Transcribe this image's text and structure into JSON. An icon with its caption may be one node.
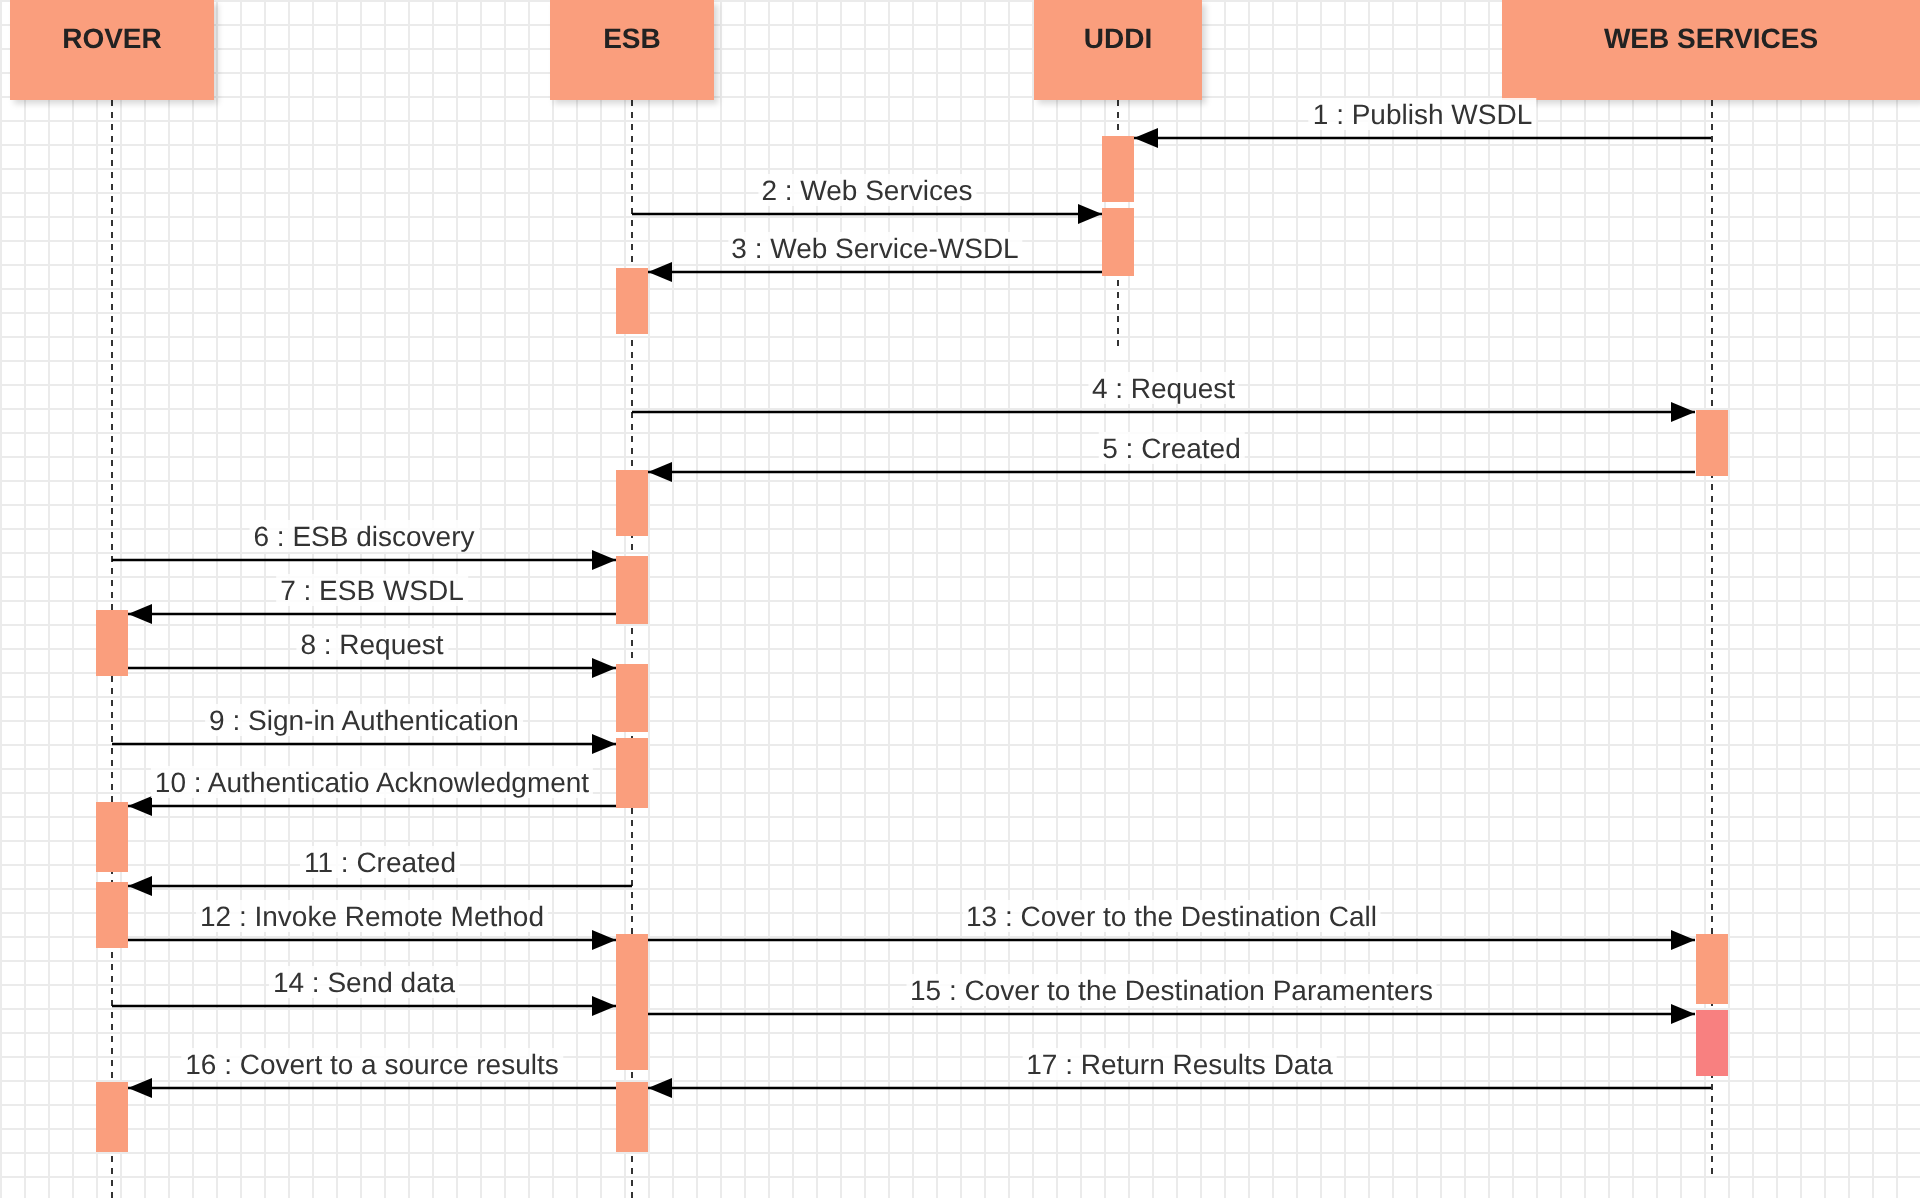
{
  "diagram": {
    "nodes": [
      {
        "text": [
          "ROVER"
        ]
      },
      {
        "text": [
          "ESB"
        ]
      },
      {
        "text": [
          "UDDI"
        ]
      },
      {
        "text": [
          "WEB SERVICES"
        ]
      },
      {
        "text": [],
        "shape": "line"
      },
      {
        "text": [],
        "shape": "line"
      },
      {
        "text": [],
        "shape": "line"
      },
      {
        "text": [],
        "shape": "line"
      },
      {
        "text": [],
        "shape": "bar"
      },
      {
        "text": [],
        "shape": "bar"
      },
      {
        "text": [],
        "shape": "bar"
      },
      {
        "text": [],
        "shape": "bar"
      },
      {
        "text": [],
        "shape": "bar"
      },
      {
        "text": [],
        "shape": "bar"
      },
      {
        "text": [],
        "shape": "bar"
      },
      {
        "text": [],
        "shape": "bar"
      },
      {
        "text": [],
        "shape": "bar"
      },
      {
        "text": [],
        "shape": "bar"
      },
      {
        "text": [],
        "shape": "bar"
      },
      {
        "text": [],
        "shape": "bar"
      },
      {
        "text": [],
        "shape": "bar"
      },
      {
        "text": [],
        "shape": "bar"
      },
      {
        "text": [],
        "shape": "bar"
      },
      {
        "text": [],
        "shape": "bar"
      }
    ],
    "edges": [
      {
        "from": 7,
        "to": 8,
        "arrow": "to",
        "label": "1 : Publish WSDL"
      },
      {
        "from": 5,
        "to": 9,
        "arrow": "to",
        "label": "2 : Web Services"
      },
      {
        "from": 9,
        "to": 10,
        "arrow": "to",
        "label": "3 : Web Service-WSDL"
      },
      {
        "from": 5,
        "to": 11,
        "arrow": "to",
        "label": "4 : Request"
      },
      {
        "from": 11,
        "to": 12,
        "arrow": "to",
        "label": "5 : Created"
      },
      {
        "from": 4,
        "to": 13,
        "arrow": "to",
        "label": "6 : ESB discovery"
      },
      {
        "from": 13,
        "to": 14,
        "arrow": "to",
        "label": "7 : ESB WSDL"
      },
      {
        "from": 14,
        "to": 15,
        "arrow": "to",
        "label": "8 : Request"
      },
      {
        "from": 4,
        "to": 16,
        "arrow": "to",
        "label": "9 : Sign-in Authentication"
      },
      {
        "from": 16,
        "to": 17,
        "arrow": "to",
        "label": "10 : Authenticatio Acknowledgment"
      },
      {
        "from": 5,
        "to": 18,
        "arrow": "to",
        "label": "11 : Created"
      },
      {
        "from": 18,
        "to": 19,
        "arrow": "to",
        "label": "12 : Invoke Remote Method"
      },
      {
        "from": 19,
        "to": 20,
        "arrow": "to",
        "label": "13 : Cover to the Destination Call"
      },
      {
        "from": 4,
        "to": 19,
        "arrow": "to",
        "label": "14 : Send data"
      },
      {
        "from": 19,
        "to": 21,
        "arrow": "to",
        "label": "15 : Cover to the Destination Paramenters"
      },
      {
        "from": 23,
        "to": 22,
        "arrow": "to",
        "label": "16 : Covert to a source results"
      },
      {
        "from": 7,
        "to": 23,
        "arrow": "to",
        "label": "17 : Return Results Data"
      }
    ]
  }
}
